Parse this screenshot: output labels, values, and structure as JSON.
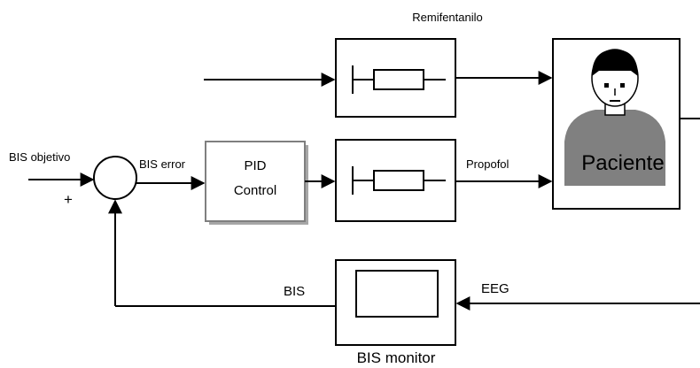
{
  "labels": {
    "remifentanilo": "Remifentanilo",
    "bis_objetivo": "BIS objetivo",
    "plus_sign": "+",
    "bis_error": "BIS error",
    "pid_line1": "PID",
    "pid_line2": "Control",
    "propofol": "Propofol",
    "paciente": "Paciente",
    "bis_feedback": "BIS",
    "eeg": "EEG",
    "bis_monitor": "BIS monitor"
  },
  "colors": {
    "patient_body": "#808080",
    "patient_hair": "#000000",
    "block_shadow": "#a6a6a6",
    "stroke": "#000000"
  },
  "icons": {
    "patient": "person-illustration",
    "pump": "infusion-pump-symbol",
    "summing_junction": "circle-summation"
  }
}
